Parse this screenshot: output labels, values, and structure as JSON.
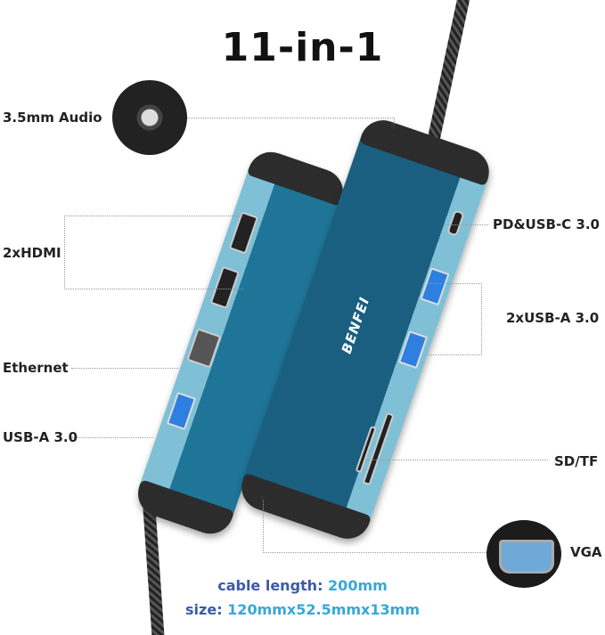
{
  "title": "11-in-1",
  "brand": "BENFEI",
  "labels": {
    "audio": "3.5mm Audio",
    "hdmi": "2xHDMI",
    "ethernet": "Ethernet",
    "usb_a_left": "USB-A 3.0",
    "pd_usbc": "PD&USB-C 3.0",
    "usb_a_right": "2xUSB-A 3.0",
    "sd_tf": "SD/TF",
    "vga": "VGA"
  },
  "specs": {
    "cable_label": "cable length:",
    "cable_value": "200mm",
    "size_label": "size:",
    "size_value": "120mmx52.5mmx13mm"
  },
  "colors": {
    "hub": "#1f6f8f",
    "hub_edge": "#6fb3cc",
    "spec_label": "#3b5aa8",
    "spec_value": "#3aa6d6"
  }
}
